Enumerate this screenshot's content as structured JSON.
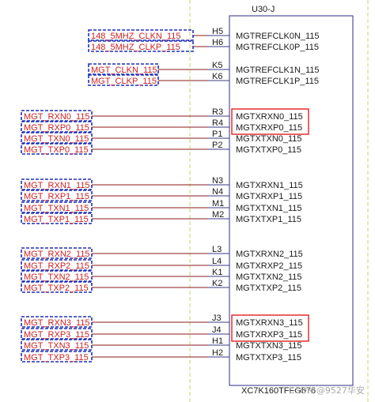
{
  "component": {
    "designator": "U30-J",
    "part": "XC7K160TFFG676",
    "border_color": "#2c2c8a"
  },
  "watermark": "CSDN @9527华安",
  "colors": {
    "net_label_text": "#cc2222",
    "net_label_box": "#1f2fb8",
    "wire": "#8b1a1a",
    "dashed_guide": "#d6dc7a",
    "highlight": "#e02020",
    "pin_line": "#3a3a8a"
  },
  "pins": [
    {
      "net": "148_5MHZ_CLKN_115",
      "pin": "H5",
      "signal": "MGTREFCLK0N_115",
      "group": "clk0",
      "highlight": false
    },
    {
      "net": "148_5MHZ_CLKP_115",
      "pin": "H6",
      "signal": "MGTREFCLK0P_115",
      "group": "clk0",
      "highlight": false
    },
    {
      "net": "MGT_CLKN_115",
      "pin": "K5",
      "signal": "MGTREFCLK1N_115",
      "group": "clk1",
      "highlight": false
    },
    {
      "net": "MGT_CLKP_115",
      "pin": "K6",
      "signal": "MGTREFCLK1P_115",
      "group": "clk1",
      "highlight": false
    },
    {
      "net": "MGT_RXN0_115",
      "pin": "R3",
      "signal": "MGTXRXN0_115",
      "group": "lane0",
      "highlight": true
    },
    {
      "net": "MGT_RXP0_115",
      "pin": "R4",
      "signal": "MGTXRXP0_115",
      "group": "lane0",
      "highlight": true
    },
    {
      "net": "MGT_TXN0_115",
      "pin": "P1",
      "signal": "MGTXTXN0_115",
      "group": "lane0",
      "highlight": false
    },
    {
      "net": "MGT_TXP0_115",
      "pin": "P2",
      "signal": "MGTXTXP0_115",
      "group": "lane0",
      "highlight": false
    },
    {
      "net": "MGT_RXN1_115",
      "pin": "N3",
      "signal": "MGTXRXN1_115",
      "group": "lane1",
      "highlight": false
    },
    {
      "net": "MGT_RXP1_115",
      "pin": "N4",
      "signal": "MGTXRXP1_115",
      "group": "lane1",
      "highlight": false
    },
    {
      "net": "MGT_TXN1_115",
      "pin": "M1",
      "signal": "MGTXTXN1_115",
      "group": "lane1",
      "highlight": false
    },
    {
      "net": "MGT_TXP1_115",
      "pin": "M2",
      "signal": "MGTXTXP1_115",
      "group": "lane1",
      "highlight": false
    },
    {
      "net": "MGT_RXN2_115",
      "pin": "L3",
      "signal": "MGTXRXN2_115",
      "group": "lane2",
      "highlight": false
    },
    {
      "net": "MGT_RXP2_115",
      "pin": "L4",
      "signal": "MGTXRXP2_115",
      "group": "lane2",
      "highlight": false
    },
    {
      "net": "MGT_TXN2_115",
      "pin": "K1",
      "signal": "MGTXTXN2_115",
      "group": "lane2",
      "highlight": false
    },
    {
      "net": "MGT_TXP2_115",
      "pin": "K2",
      "signal": "MGTXTXP2_115",
      "group": "lane2",
      "highlight": false
    },
    {
      "net": "MGT_RXN3_115",
      "pin": "J3",
      "signal": "MGTXRXN3_115",
      "group": "lane3",
      "highlight": true
    },
    {
      "net": "MGT_RXP3_115",
      "pin": "J4",
      "signal": "MGTXRXP3_115",
      "group": "lane3",
      "highlight": true
    },
    {
      "net": "MGT_TXN3_115",
      "pin": "H1",
      "signal": "MGTXTXN3_115",
      "group": "lane3",
      "highlight": false
    },
    {
      "net": "MGT_TXP3_115",
      "pin": "H2",
      "signal": "MGTXTXP3_115",
      "group": "lane3",
      "highlight": false
    }
  ]
}
